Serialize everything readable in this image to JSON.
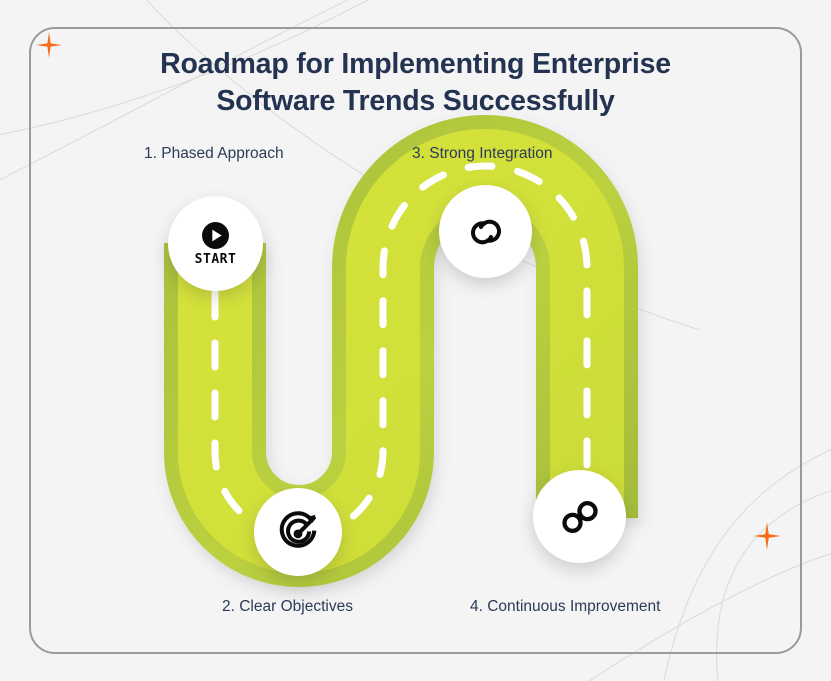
{
  "page": {
    "background_color": "#f4f4f4",
    "frame_border_color": "#9a9a9a",
    "accent_color": "#d2e03a",
    "accent_dark_color": "#b0c641",
    "text_color": "#243351",
    "sparkle_color": "#f96a15"
  },
  "title": {
    "line1": "Roadmap for Implementing Enterprise",
    "line2": "Software Trends Successfully"
  },
  "steps": [
    {
      "number": "1.",
      "label": "1.  Phased Approach",
      "icon": "play-start-icon",
      "badge_text": "START"
    },
    {
      "number": "2.",
      "label": "2. Clear Objectives",
      "icon": "target-icon"
    },
    {
      "number": "3.",
      "label": "3. Strong Integration",
      "icon": "link-chain-icon"
    },
    {
      "number": "4.",
      "label": "4. Continuous Improvement",
      "icon": "infinity-icon"
    }
  ],
  "decorations": {
    "sparkle_top_left": "sparkle-icon",
    "sparkle_bottom_right": "sparkle-icon"
  }
}
